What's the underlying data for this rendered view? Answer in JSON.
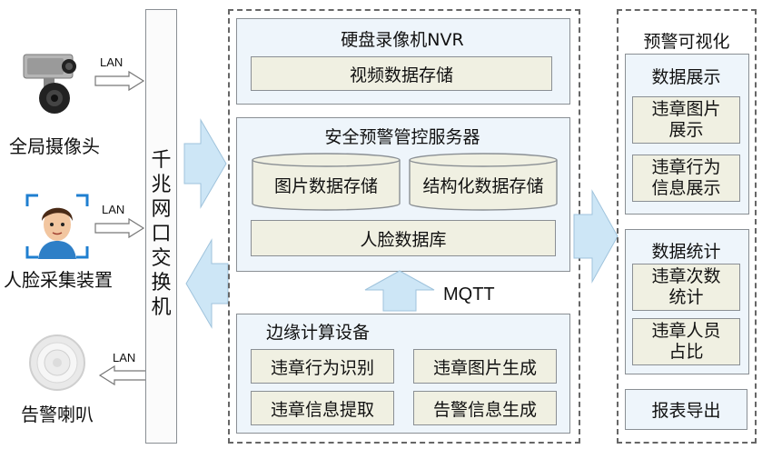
{
  "left_devices": {
    "camera_label": "全局摄像头",
    "face_label": "人脸采集装置",
    "speaker_label": "告警喇叭",
    "lan_label": "LAN"
  },
  "switch": {
    "label": "千兆网口交换机",
    "chars": [
      "千",
      "兆",
      "网",
      "口",
      "交",
      "换",
      "机"
    ]
  },
  "nvr": {
    "title": "硬盘录像机NVR",
    "storage": "视频数据存储"
  },
  "server": {
    "title": "安全预警管控服务器",
    "image_storage": "图片数据存储",
    "struct_storage": "结构化数据存储",
    "face_db": "人脸数据库"
  },
  "protocol": "MQTT",
  "edge": {
    "title": "边缘计算设备",
    "items": [
      "违章行为识别",
      "违章图片生成",
      "违章信息提取",
      "告警信息生成"
    ]
  },
  "visual": {
    "title": "预警可视化",
    "display": {
      "title": "数据展示",
      "items": [
        "违章图片\n展示",
        "违章行为\n信息展示"
      ]
    },
    "stats": {
      "title": "数据统计",
      "items": [
        "违章次数\n统计",
        "违章人员\n占比"
      ]
    },
    "export": "报表导出"
  },
  "colors": {
    "panel": "#eef5fb",
    "item": "#f0f0e2",
    "arrow": "#cde6f6",
    "border": "#8a8f94"
  }
}
